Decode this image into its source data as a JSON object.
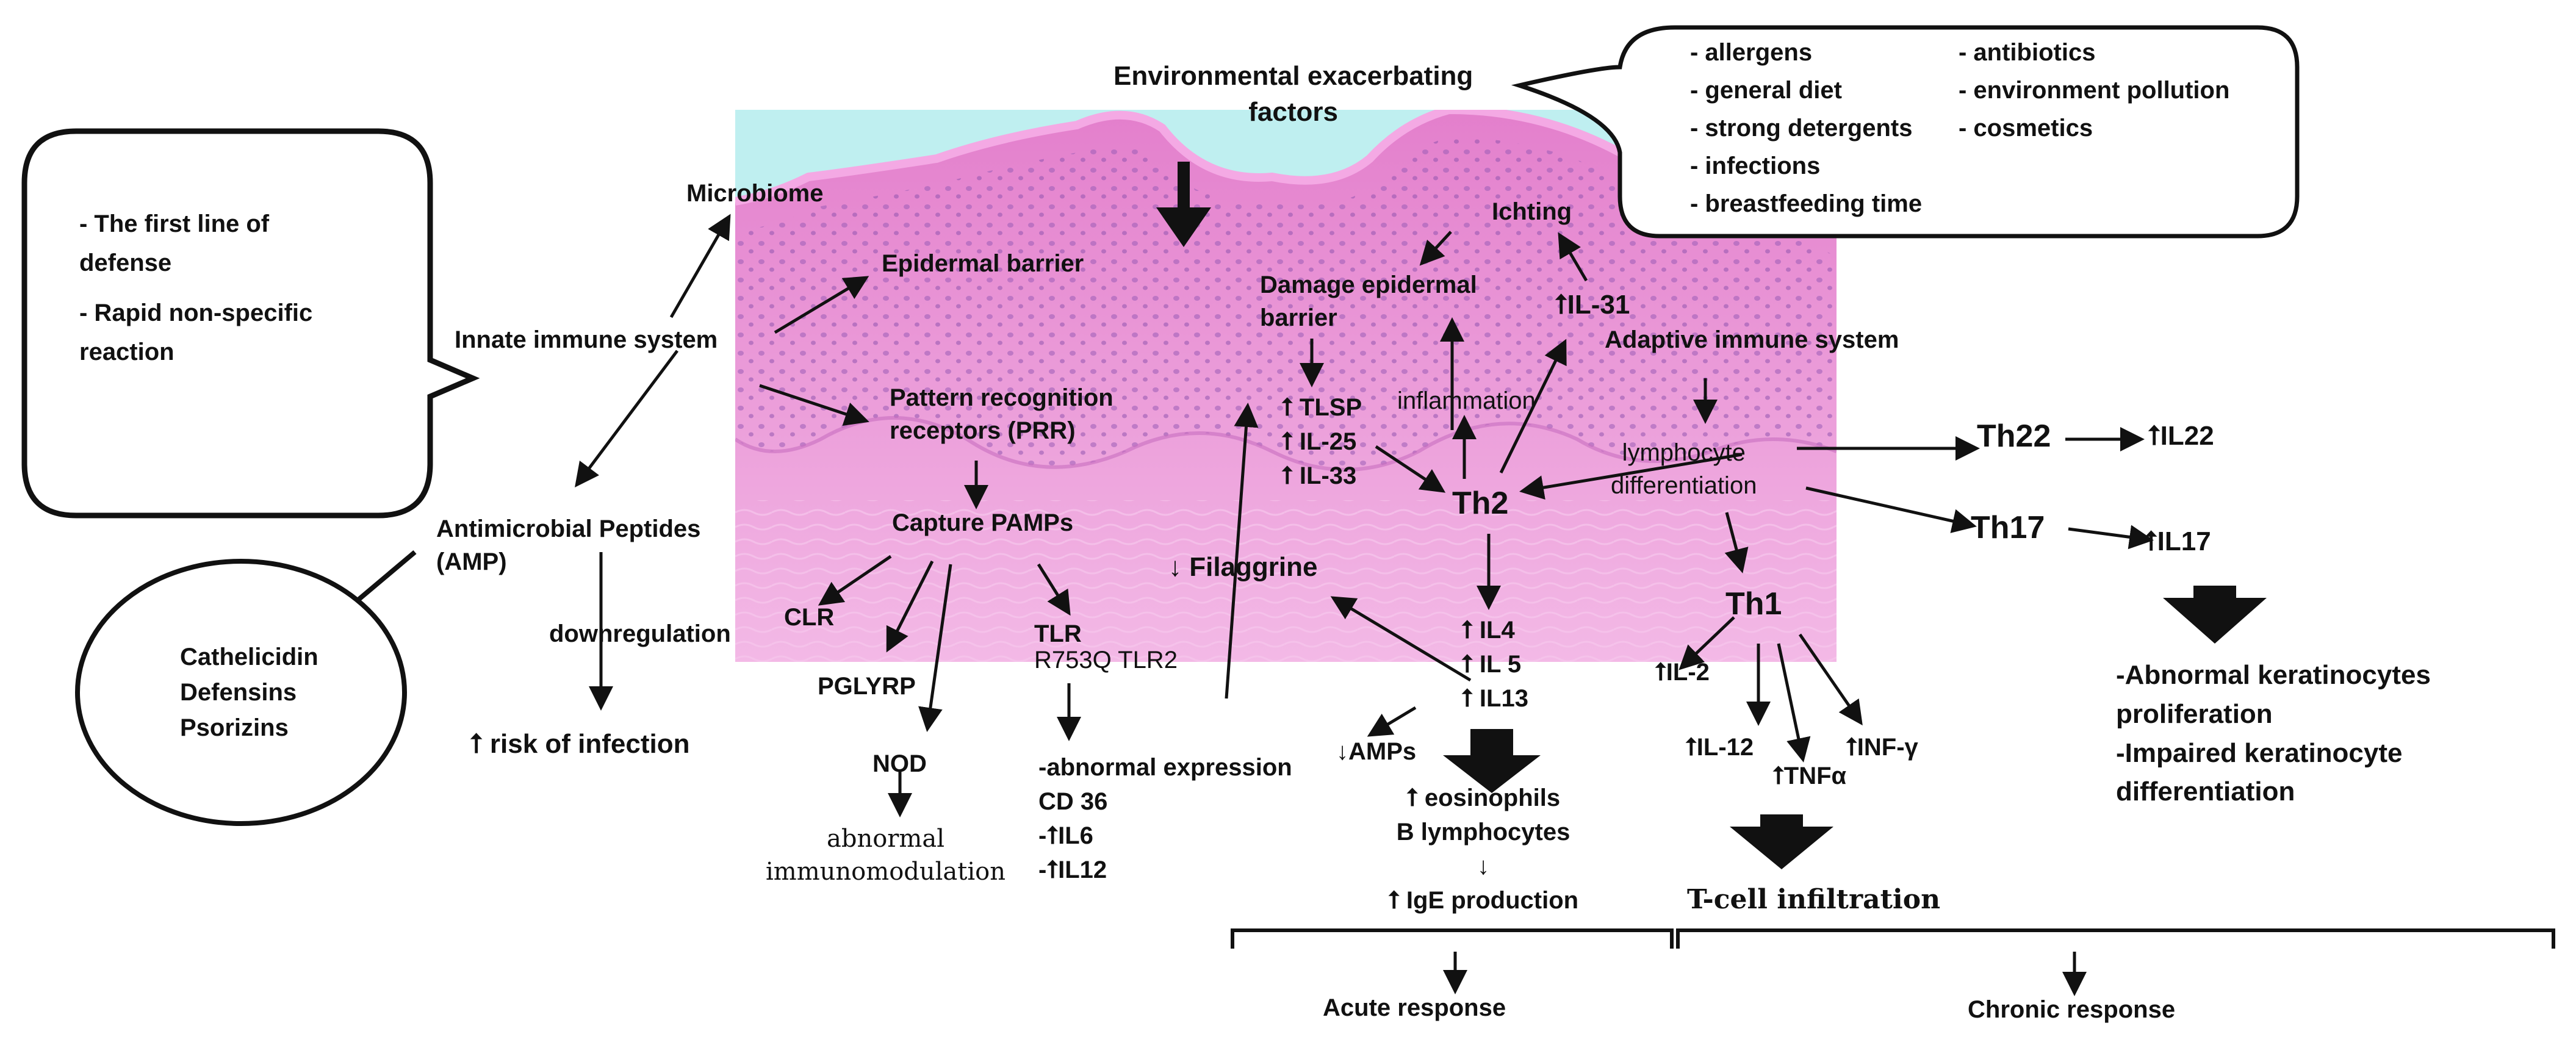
{
  "colors": {
    "stroke": "#111111",
    "tissue_pink": "#e98bd2",
    "tissue_dark": "#a45ab4",
    "background_cyan": "#bfeff0"
  },
  "environment": {
    "title": [
      "Environmental exacerbating",
      "factors"
    ],
    "factors_left": [
      "- allergens",
      "- general diet",
      "- strong detergents",
      "- infections",
      "- breastfeeding time"
    ],
    "factors_right": [
      "- antibiotics",
      "- environment pollution",
      "- cosmetics"
    ]
  },
  "innate_note": [
    "- The first line of",
    "defense",
    "- Rapid non-specific",
    "reaction"
  ],
  "innate": {
    "microbiome": "Microbiome",
    "epidermal_barrier": "Epidermal barrier",
    "system": "Innate immune system",
    "prr": [
      "Pattern recognition",
      "receptors (PRR)"
    ],
    "capture": "Capture PAMPs",
    "clr": "CLR",
    "pglyrp": "PGLYRP",
    "nod": "NOD",
    "abnormal_immuno": [
      "abnormal",
      "immunomodulation"
    ],
    "tlr": "TLR",
    "tlr_variant": "R753Q  TLR2",
    "tlr_effects": [
      "-abnormal expression",
      "CD 36",
      "-⭡IL6",
      "-⭡IL12"
    ]
  },
  "amp": {
    "title": [
      "Antimicrobial Peptides",
      "(AMP)"
    ],
    "downregulation": "downregulation",
    "risk": "⭡ risk of infection",
    "examples": [
      "Cathelicidin",
      "Defensins",
      "Psorizins"
    ]
  },
  "acute": {
    "damage": [
      "Damage epidermal",
      "barrier"
    ],
    "cytokines": [
      "⭡ TLSP",
      "⭡ IL-25",
      "⭡ IL-33"
    ],
    "filaggrine": "↓ Filaggrine",
    "itching": "Ichting",
    "il31": "⭡IL-31",
    "inflammation": "inflammation",
    "th2": "Th2",
    "th2_cytokines": [
      "⭡ IL4",
      "⭡ IL 5",
      "⭡ IL13"
    ],
    "amps": "↓AMPs",
    "cells": [
      "⭡ eosinophils",
      "B lymphocytes",
      "↓",
      "⭡ IgE production"
    ],
    "response": "Acute response"
  },
  "adaptive": {
    "system": "Adaptive immune system",
    "differentiation": [
      "lymphocyte",
      "differentiation"
    ],
    "th22": "Th22",
    "il22": "⭡IL22",
    "th17": "Th17",
    "il17": "⭡IL17",
    "th1": "Th1",
    "th1_cytokines": [
      "⭡IL-2",
      "⭡IL-12",
      "⭡TNFα",
      "⭡INF-γ"
    ],
    "keratinocyte_effects": [
      "-Abnormal keratinocytes",
      "proliferation",
      "-Impaired keratinocyte",
      "differentiation"
    ],
    "infiltration": "T-cell infiltration",
    "response": "Chronic response"
  }
}
